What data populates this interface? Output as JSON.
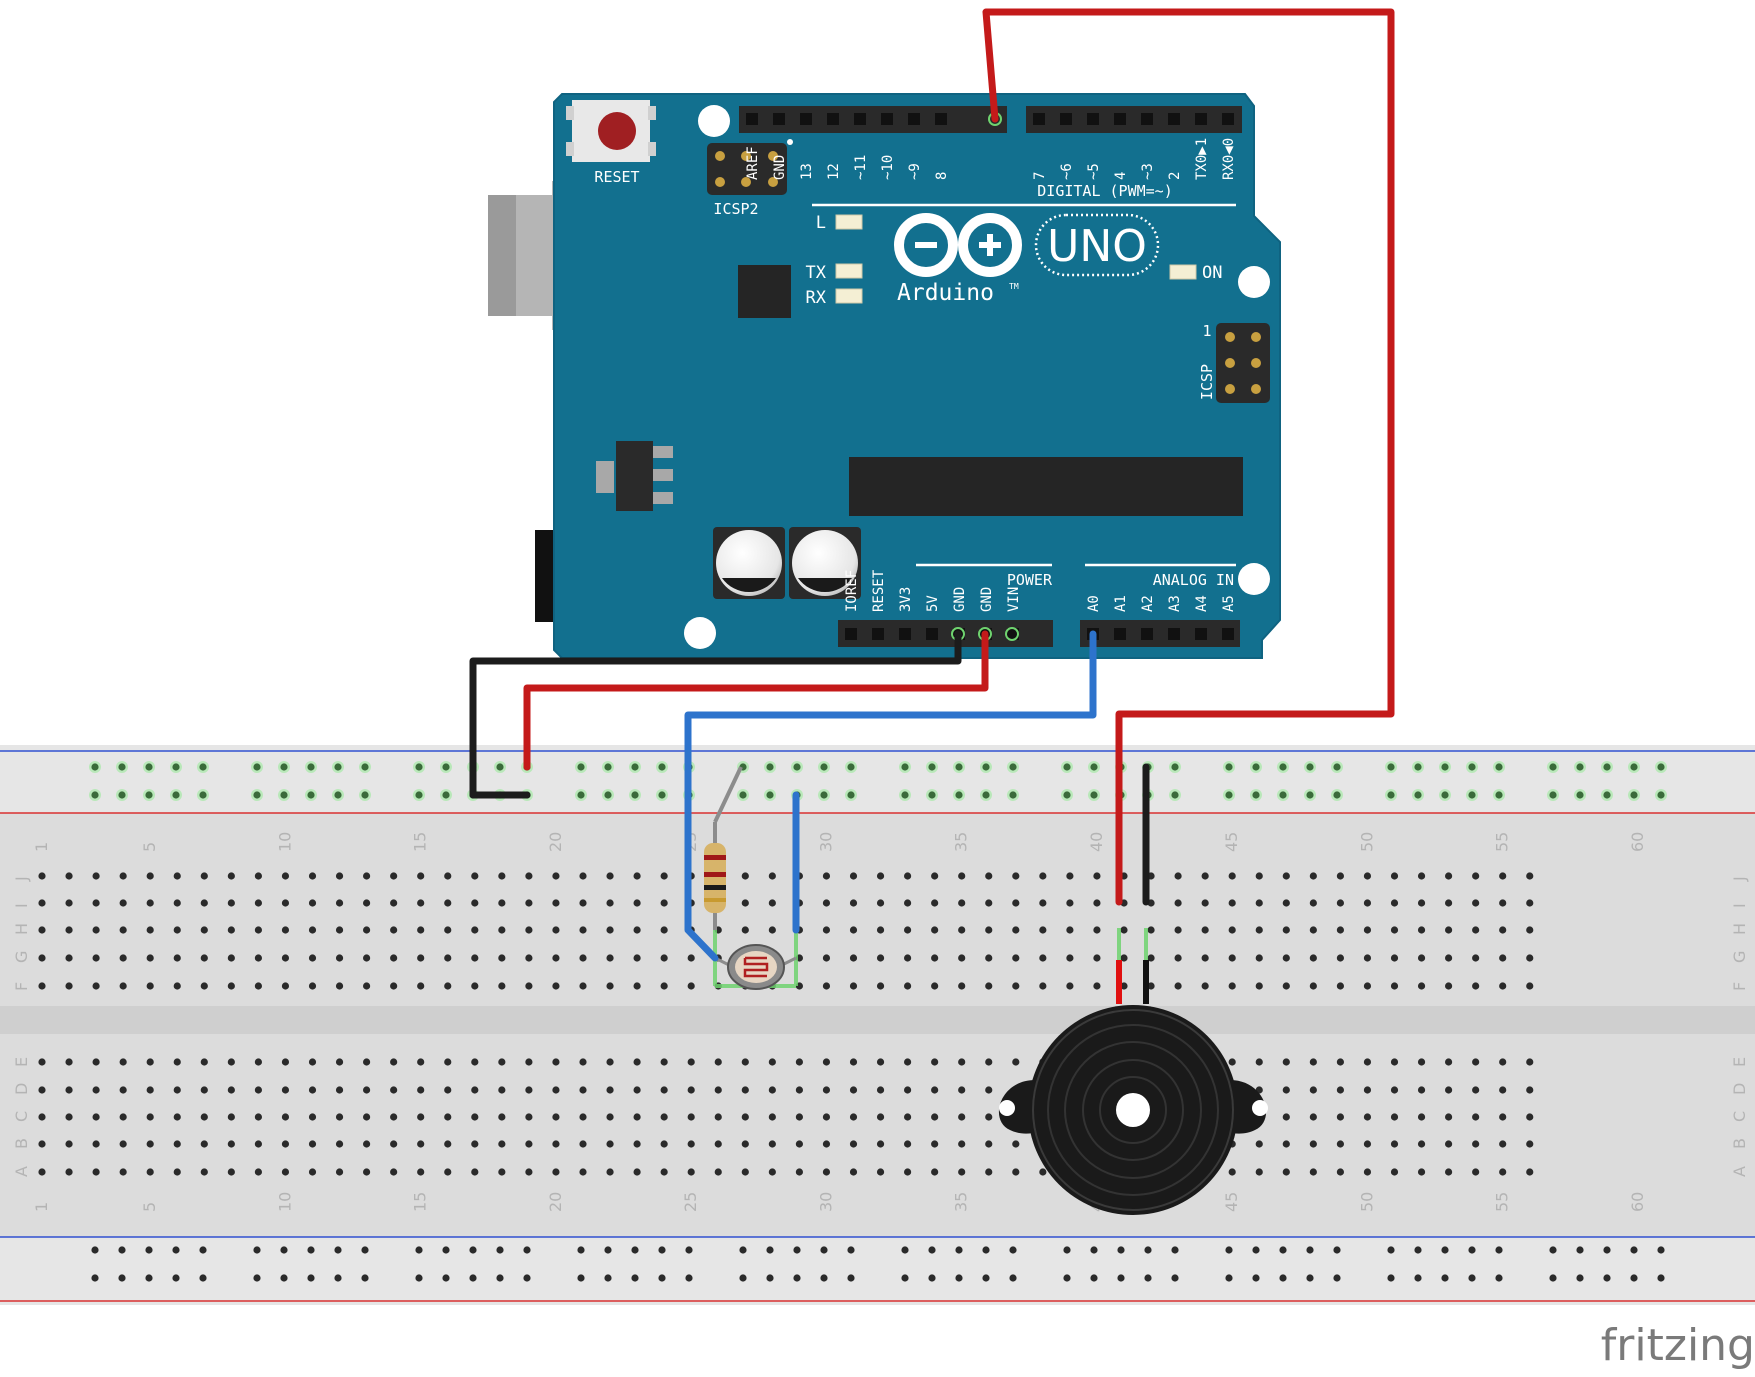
{
  "board": {
    "reset_label": "RESET",
    "icsp2_label": "ICSP2",
    "icsp_label": "ICSP",
    "icsp_pin1": "1",
    "led_labels": [
      "L",
      "TX",
      "RX",
      "ON"
    ],
    "brand": "Arduino",
    "trademark": "TM",
    "model": "UNO",
    "digital_title": "DIGITAL (PWM=~)",
    "digital_pins": [
      "AREF",
      "GND",
      "13",
      "12",
      "~11",
      "~10",
      "~9",
      "8",
      "7",
      "~6",
      "~5",
      "4",
      "~3",
      "2",
      "TX0▶1",
      "RX0◀0"
    ],
    "power_title": "POWER",
    "power_pins": [
      "IOREF",
      "RESET",
      "3V3",
      "5V",
      "GND",
      "GND",
      "VIN"
    ],
    "analog_title": "ANALOG IN",
    "analog_pins": [
      "A0",
      "A1",
      "A2",
      "A3",
      "A4",
      "A5"
    ]
  },
  "breadboard": {
    "column_numbers": [
      "1",
      "5",
      "10",
      "15",
      "20",
      "25",
      "30",
      "35",
      "40",
      "45",
      "50",
      "55",
      "60"
    ],
    "top_row_letters": [
      "J",
      "I",
      "H",
      "G",
      "F"
    ],
    "bottom_row_letters": [
      "E",
      "D",
      "C",
      "B",
      "A"
    ]
  },
  "watermark": "fritzing",
  "colors": {
    "board": "#12708f",
    "wire_red": "#c41a1a",
    "wire_black": "#1c1c1c",
    "wire_blue": "#2d73cc",
    "breadboard": "#dcdcdc",
    "rail_red": "#d93030",
    "rail_blue": "#3050d0"
  }
}
